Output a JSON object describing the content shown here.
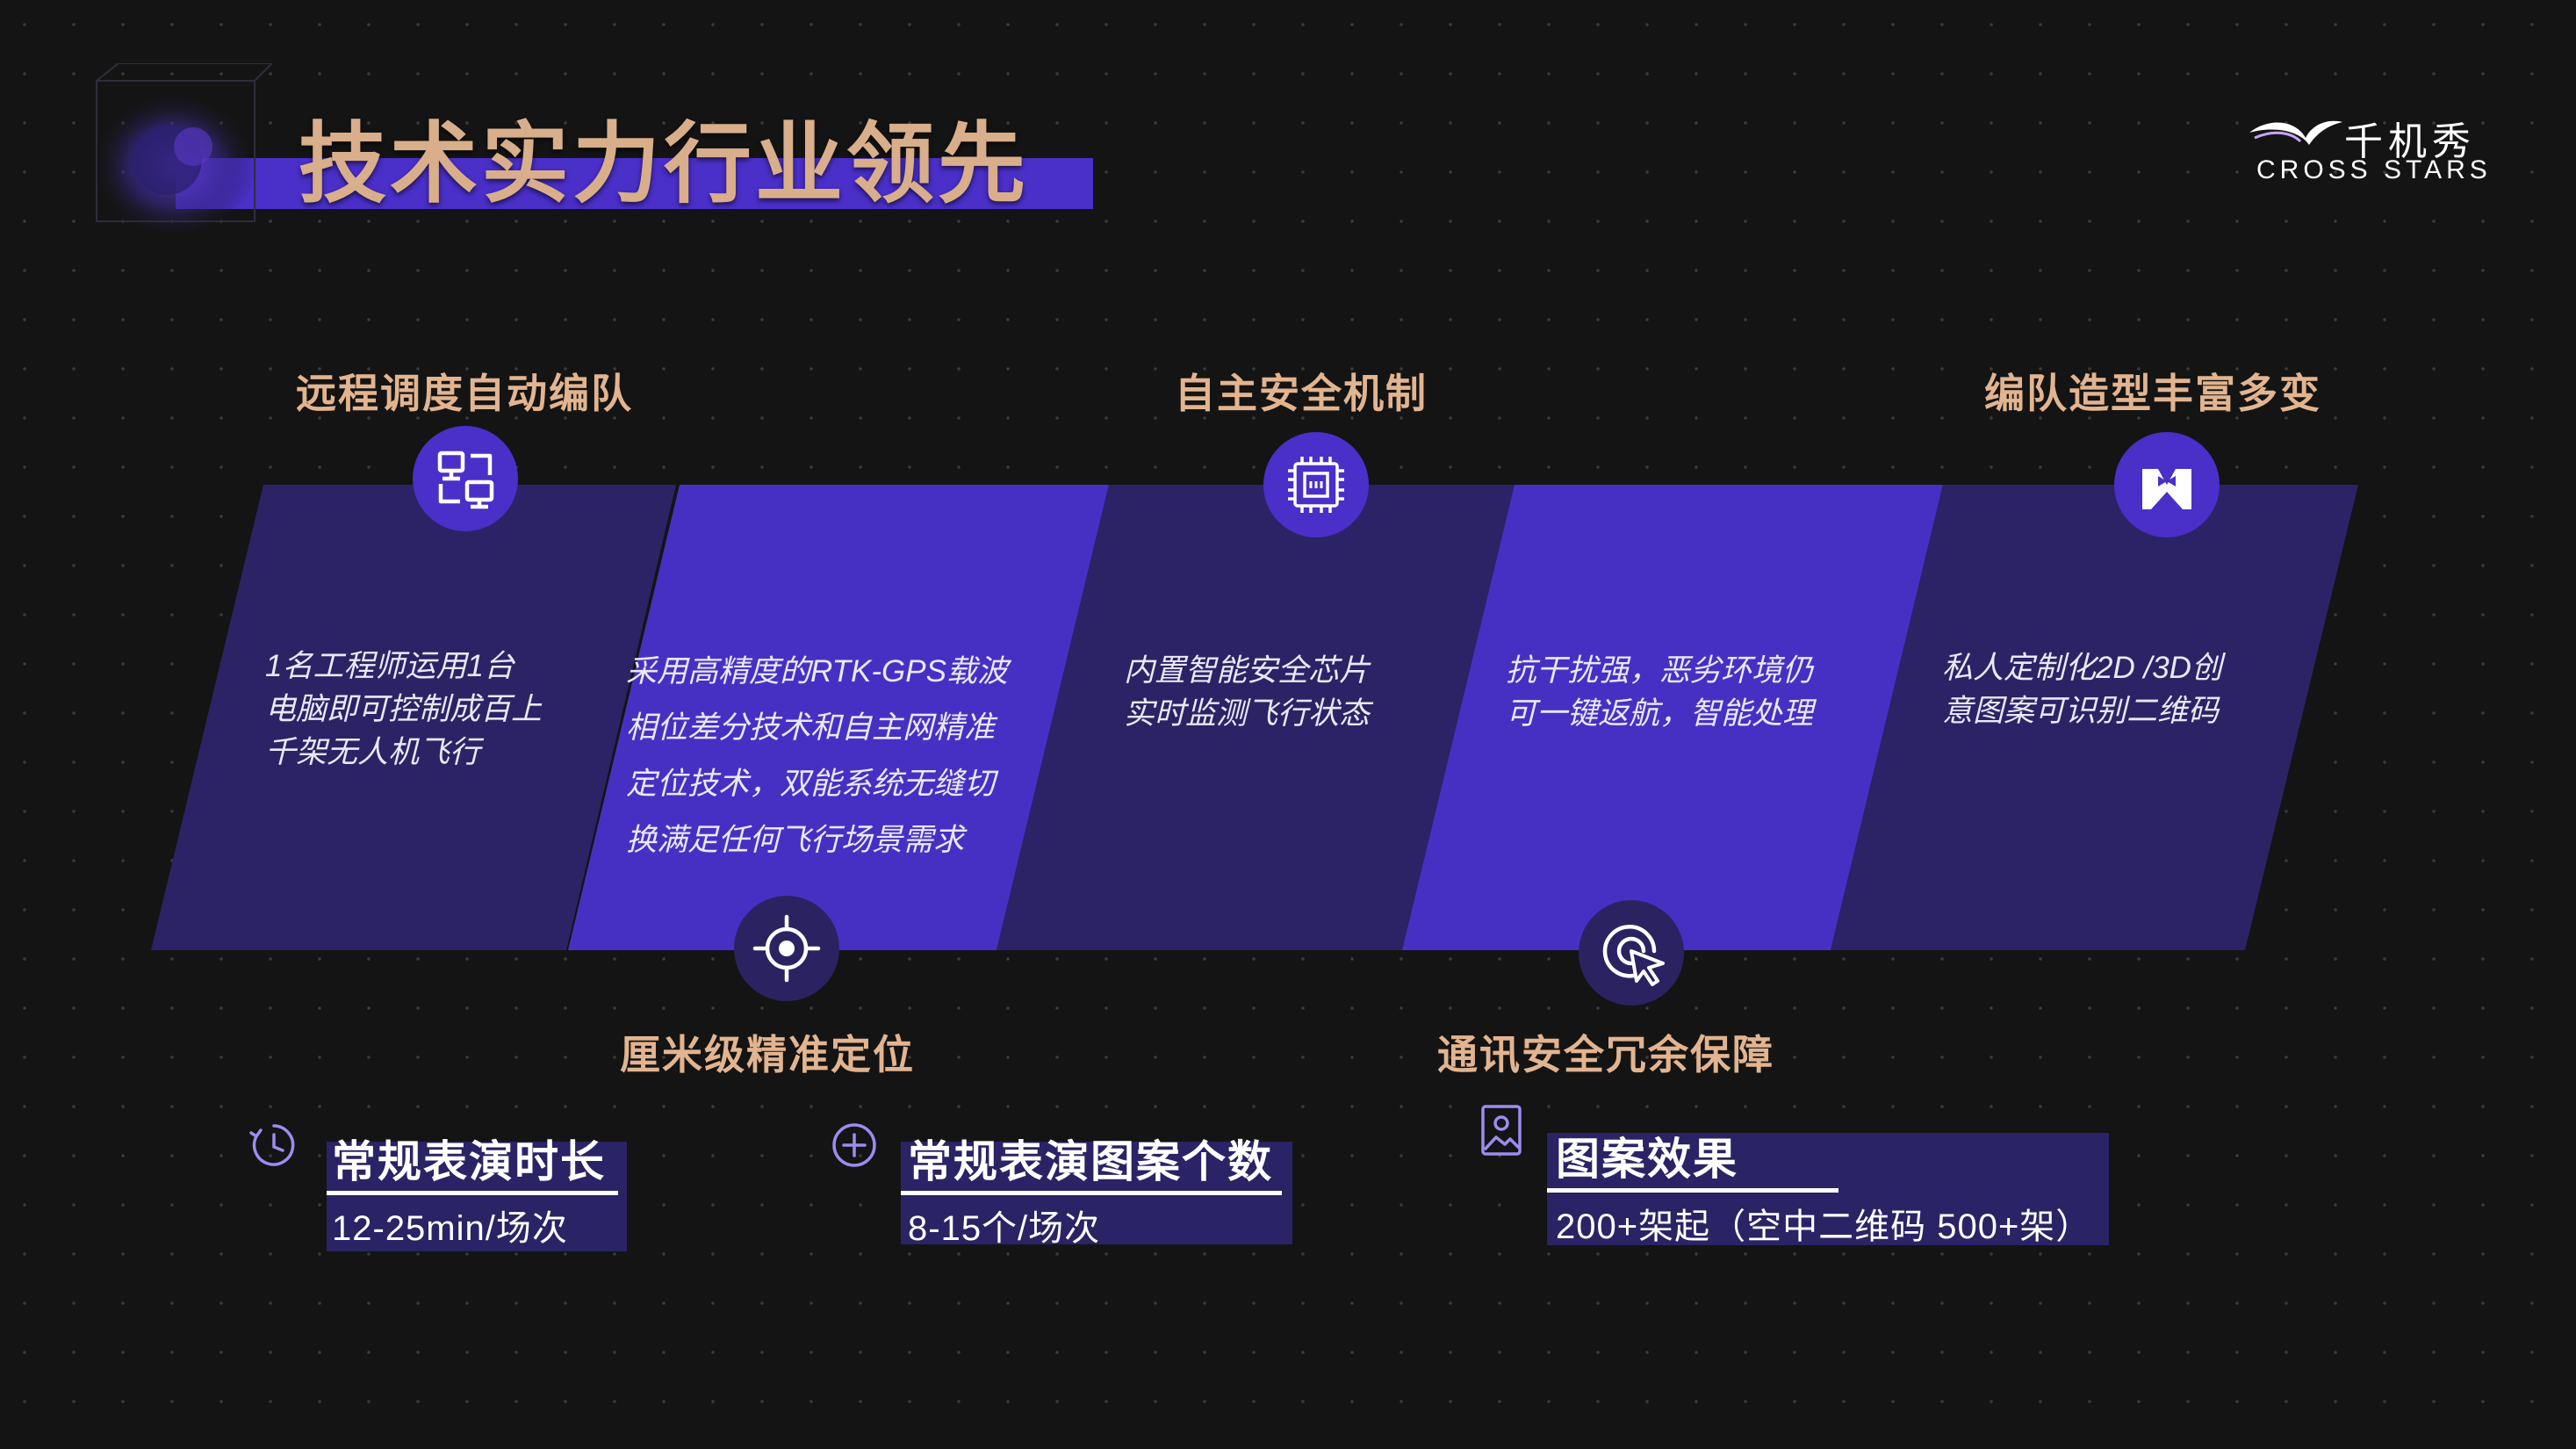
{
  "header": {
    "title": "技术实力行业领先",
    "logo_cn": "千机秀",
    "logo_en": "CROSS STARS"
  },
  "features": [
    {
      "title": "远程调度自动编队",
      "icon": "network-monitor-icon",
      "desc": "1名工程师运用1台\n电脑即可控制成百上\n千架无人机飞行"
    },
    {
      "title": "厘米级精准定位",
      "icon": "crosshair-target-icon",
      "desc": "采用高精度的RTK-GPS载波\n相位差分技术和自主网精准\n定位技术，双能系统无缝切\n换满足任何飞行场景需求"
    },
    {
      "title": "自主安全机制",
      "icon": "chip-icon",
      "desc": "内置智能安全芯片\n实时监测飞行状态"
    },
    {
      "title": "通讯安全冗余保障",
      "icon": "click-target-icon",
      "desc": "抗干扰强，恶劣环境仍\n可一键返航，智能处理"
    },
    {
      "title": "编队造型丰富多变",
      "icon": "tuxedo-icon",
      "desc": "私人定制化2D /3D创\n意图案可识别二维码"
    }
  ],
  "stats": [
    {
      "label": "常规表演时长",
      "value": "12-25min/场次",
      "icon": "clock-icon"
    },
    {
      "label": "常规表演图案个数",
      "value": "8-15个/场次",
      "icon": "plus-circle-icon"
    },
    {
      "label": "图案效果",
      "value": "200+架起（空中二维码 500+架）",
      "icon": "image-icon"
    }
  ],
  "colors": {
    "background": "#141414",
    "dot": "#3a3a3a",
    "band_dark": "#2b2366",
    "band_light": "#4630c4",
    "accent": "#4a2fc9",
    "title_text": "#d9ae8a",
    "feature_title": "#e2b48f"
  }
}
